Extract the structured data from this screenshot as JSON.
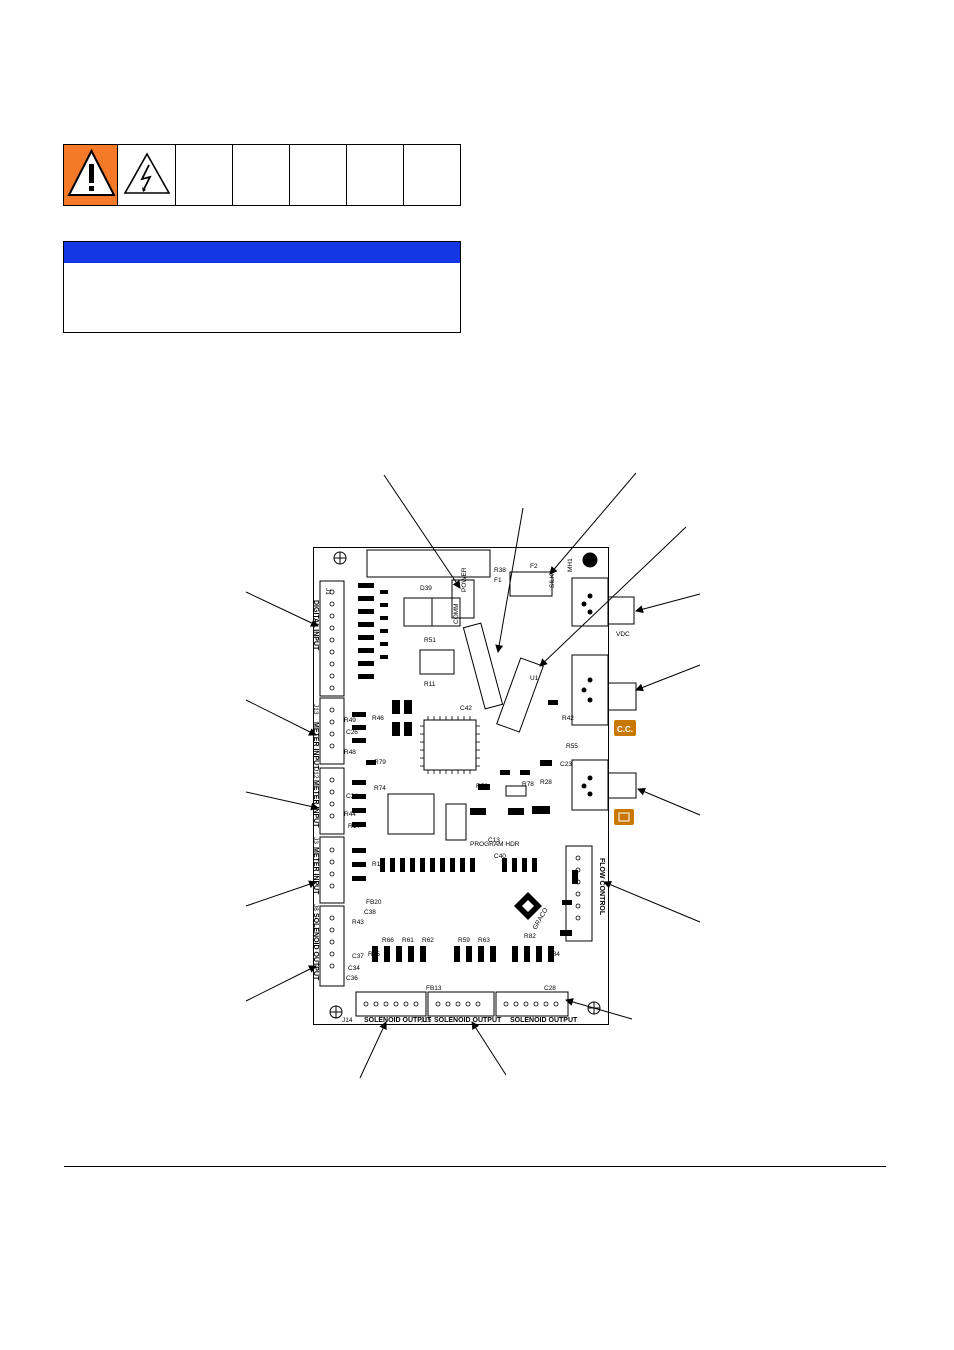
{
  "warning": {
    "symbols": [
      "exclamation-warning-icon",
      "electric-shock-icon"
    ],
    "colors": {
      "warning_orange": "#f47a2a",
      "notice_blue": "#1437e6"
    }
  },
  "notice": {
    "header": ""
  },
  "board": {
    "labels": {
      "digital_input": "DIGITAL INPUT",
      "meter_input_j13": "METER INPUT",
      "meter_input_j12": "METER INPUT",
      "meter_input_j3": "METER INPUT",
      "solenoid_output_left": "SOLENOID OUTPUT",
      "solenoid_output_b1": "SOLENOID OUTPUT",
      "solenoid_output_b2": "SOLENOID OUTPUT",
      "solenoid_output_b3": "SOLENOID OUTPUT",
      "flow_control": "FLOW CONTROL",
      "comm": "COMM",
      "power": "POWER",
      "silk": "SILK",
      "vdc": "VDC",
      "graco": "GRACO",
      "cc_badge": "C.C.",
      "program_hdr": "PROGRAM HDR",
      "j13": "J13",
      "j12": "J12",
      "j3": "J3",
      "j8": "J8",
      "j14": "J14",
      "j15": "J15",
      "j1": "J1",
      "f1": "F1",
      "f2": "F2",
      "mh1": "MH1",
      "r66": "R66",
      "r61": "R61",
      "r62": "R62",
      "r59": "R59",
      "r63": "R63",
      "r82": "R82",
      "r84": "R84",
      "r78": "R78",
      "r28": "R28",
      "r52": "R52",
      "r51": "R51",
      "r11": "R11",
      "r46": "R46",
      "r49": "R49",
      "r48": "R48",
      "r79": "R79",
      "r74": "R74",
      "r44": "R44",
      "r14": "R14",
      "r17": "R17",
      "r43": "R43",
      "r65": "R65",
      "r55": "R55",
      "r42": "R42",
      "r38": "R38",
      "c26": "C26",
      "c24": "C24",
      "c38": "C38",
      "c37": "C37",
      "c36": "C36",
      "c23": "C23",
      "c13": "C13",
      "c40": "C40",
      "c42": "C42",
      "c34": "C34",
      "c28": "C28",
      "fb20": "FB20",
      "fb13": "FB13",
      "u1": "U1",
      "d39": "D39"
    }
  }
}
